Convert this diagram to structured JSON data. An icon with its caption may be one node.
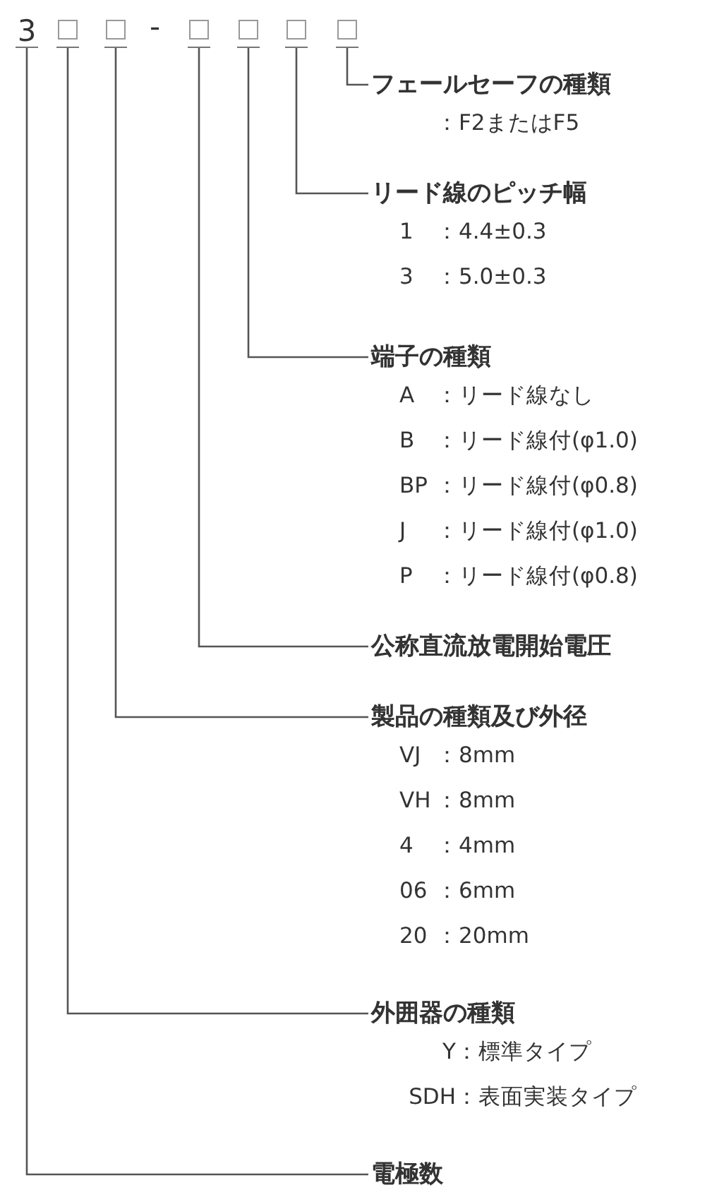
{
  "diagram": {
    "nodes": [
      {
        "text": [
          "3"
        ]
      },
      {
        "text": [],
        "shape": "box"
      },
      {
        "text": [],
        "shape": "box"
      },
      {
        "text": [],
        "shape": "box"
      },
      {
        "text": [],
        "shape": "box"
      },
      {
        "text": [],
        "shape": "box"
      },
      {
        "text": [],
        "shape": "box"
      },
      {
        "text": [
          "フェールセーフの種類"
        ],
        "beside": [
          "：F2またはF5"
        ]
      },
      {
        "text": [
          "リード線のピッチ幅"
        ],
        "beside": [
          "1：4.4±0.3",
          "3：5.0±0.3"
        ]
      },
      {
        "text": [
          "端子の種類"
        ],
        "beside": [
          "A：リード線なし",
          "B：リード線付(φ1.0)",
          "BP：リード線付(φ0.8)",
          "J：リード線付(φ1.0)",
          "P：リード線付(φ0.8)"
        ]
      },
      {
        "text": [
          "公称直流放電開始電圧"
        ]
      },
      {
        "text": [
          "製品の種類及び外径"
        ],
        "beside": [
          "VJ：8mm",
          "VH：8mm",
          "4：4mm",
          "06：6mm",
          "20：20mm"
        ]
      },
      {
        "text": [
          "外囲器の種類"
        ],
        "beside": [
          "Y：標準タイプ",
          "SDH：表面実装タイプ"
        ]
      },
      {
        "text": [
          "電極数"
        ]
      }
    ],
    "edges": [
      {
        "from": 7,
        "to": 6,
        "arrow": "none"
      },
      {
        "from": 8,
        "to": 5,
        "arrow": "none"
      },
      {
        "from": 9,
        "to": 4,
        "arrow": "none"
      },
      {
        "from": 10,
        "to": 3,
        "arrow": "none"
      },
      {
        "from": 11,
        "to": 2,
        "arrow": "none"
      },
      {
        "from": 12,
        "to": 1,
        "arrow": "none"
      },
      {
        "from": 13,
        "to": 0,
        "arrow": "none"
      }
    ],
    "labels": [
      "-"
    ]
  }
}
